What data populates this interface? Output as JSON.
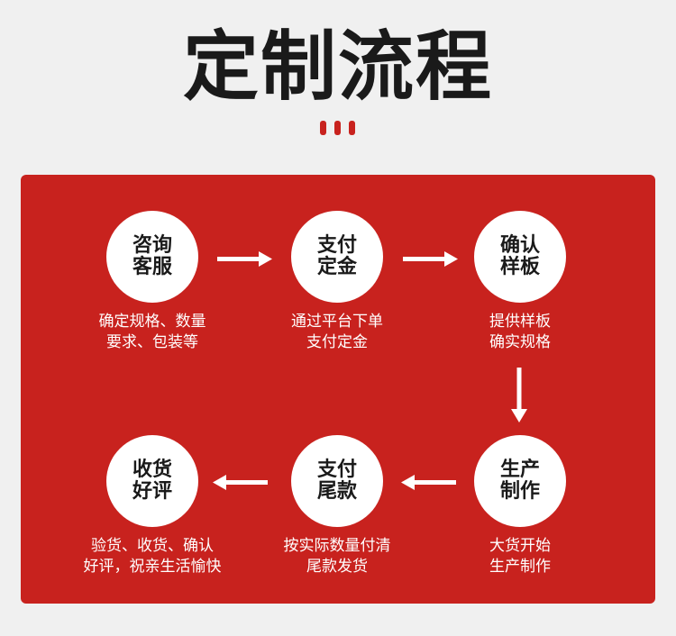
{
  "title": "定制流程",
  "colors": {
    "panel": "#c8221e",
    "node": "#ffffff",
    "text_dark": "#1a1a1a",
    "text_light": "#ffffff"
  },
  "steps": [
    {
      "label": "咨询\n客服",
      "desc": "确定规格、数量\n要求、包装等"
    },
    {
      "label": "支付\n定金",
      "desc": "通过平台下单\n支付定金"
    },
    {
      "label": "确认\n样板",
      "desc": "提供样板\n确实规格"
    },
    {
      "label": "生产\n制作",
      "desc": "大货开始\n生产制作"
    },
    {
      "label": "支付\n尾款",
      "desc": "按实际数量付清\n尾款发货"
    },
    {
      "label": "收货\n好评",
      "desc": "验货、收货、确认\n好评，祝亲生活愉快"
    }
  ]
}
